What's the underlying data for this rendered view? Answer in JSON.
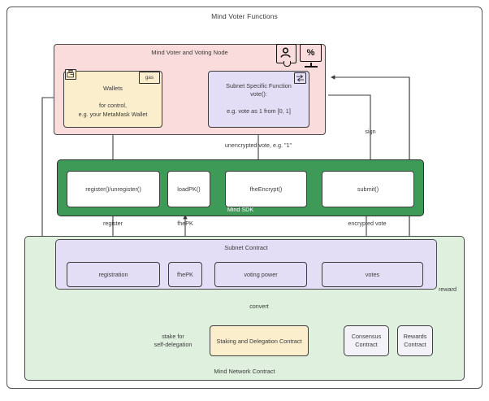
{
  "diagram": {
    "title": "Mind Voter Functions",
    "voter_node": {
      "title": "Mind Voter and Voting Node",
      "icons": [
        {
          "name": "person-speech-icon",
          "glyph": "person"
        },
        {
          "name": "monitor-percent-icon",
          "glyph": "%"
        }
      ],
      "wallets": {
        "badge_icon": "wallet-icon",
        "gas_tag": "gas",
        "title": "Wallets",
        "subtitle_line1": "for control,",
        "subtitle_line2": "e.g. your MetaMask Wallet"
      },
      "subnet_function": {
        "badge_icon": "swap-icon",
        "badge_glyph": "⇄",
        "line1": "Subnet Specific Function",
        "line2": "vote():",
        "line3": "e.g. vote as 1 from [0, 1]"
      }
    },
    "sdk": {
      "title": "Mind SDK",
      "boxes": [
        {
          "label": "register()/unregister()"
        },
        {
          "label": "loadPK()"
        },
        {
          "label": "fheEncrypt()"
        },
        {
          "label": "submit()"
        }
      ]
    },
    "subnet_contract": {
      "title": "Subnet Contract",
      "boxes": [
        {
          "label": "registration"
        },
        {
          "label": "fhePK"
        },
        {
          "label": "voting power"
        },
        {
          "label": "votes"
        }
      ]
    },
    "network_contract": {
      "title": "Mind Network Contract",
      "staking": {
        "label": "Staking and Delegation Contract"
      },
      "consensus": {
        "line1": "Consensus",
        "line2": "Contract"
      },
      "rewards": {
        "line1": "Rewards",
        "line2": "Contract"
      }
    },
    "edge_labels": {
      "unencrypted_vote": "unencrypted vote, e.g. \"1\"",
      "sign": "sign",
      "register": "register",
      "fhepk": "fhePK",
      "encrypted_vote": "encrypted vote",
      "convert": "convert",
      "reward": "reward",
      "stake_line1": "stake for",
      "stake_line2": "self-delegation"
    }
  },
  "colors": {
    "pink": "#fadcdc",
    "cream": "#fbeecd",
    "purple": "#e4ddf6",
    "green_sdk": "#3d9a57",
    "green_light": "#dff0de",
    "grey_box": "#f2f2f8",
    "stroke": "#3d3d3d"
  }
}
